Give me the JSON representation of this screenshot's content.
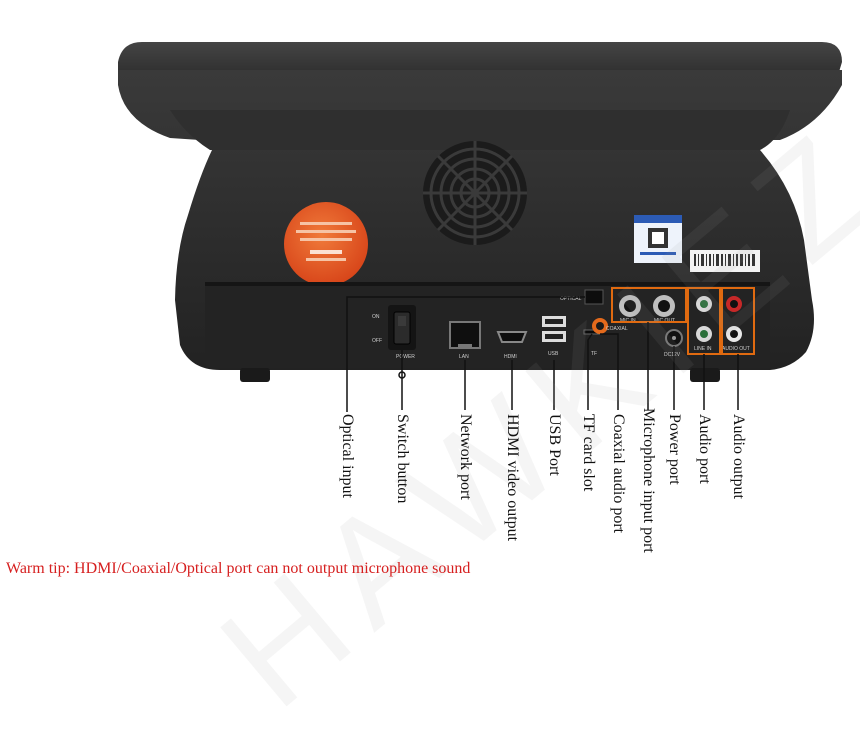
{
  "watermark": "HAWKIEZ",
  "ports": [
    {
      "id": "optical",
      "label": "Optical input"
    },
    {
      "id": "switch",
      "label": "Switch button"
    },
    {
      "id": "network",
      "label": "Network port"
    },
    {
      "id": "hdmi",
      "label": "HDMI video output"
    },
    {
      "id": "usb",
      "label": "USB Port"
    },
    {
      "id": "tf",
      "label": "TF card slot"
    },
    {
      "id": "coaxial",
      "label": "Coaxial audio port"
    },
    {
      "id": "mic",
      "label": "Microphone input port"
    },
    {
      "id": "power",
      "label": "Power port"
    },
    {
      "id": "audio_in",
      "label": "Audio port"
    },
    {
      "id": "audio_out",
      "label": "Audio output"
    }
  ],
  "panel_text": {
    "optical": "OPTICAL",
    "on": "ON",
    "off": "OFF",
    "power": "POWER",
    "lan": "LAN",
    "hdmi": "HDMI",
    "usb": "USB",
    "tf": "TF",
    "coaxial": "COAXIAL",
    "mic1": "MIC IN",
    "mic2": "MIC OUT",
    "dc": "DC12V",
    "line_in": "LINE IN",
    "audio_out": "AUDIO OUT"
  },
  "warning": "Warm tip: HDMI/Coaxial/Optical port can not output microphone sound",
  "colors": {
    "device_body": "#2b2b2b",
    "callout_box": "#e06a10",
    "sticker": "#e8551c",
    "warning_text": "#d61f1f"
  }
}
